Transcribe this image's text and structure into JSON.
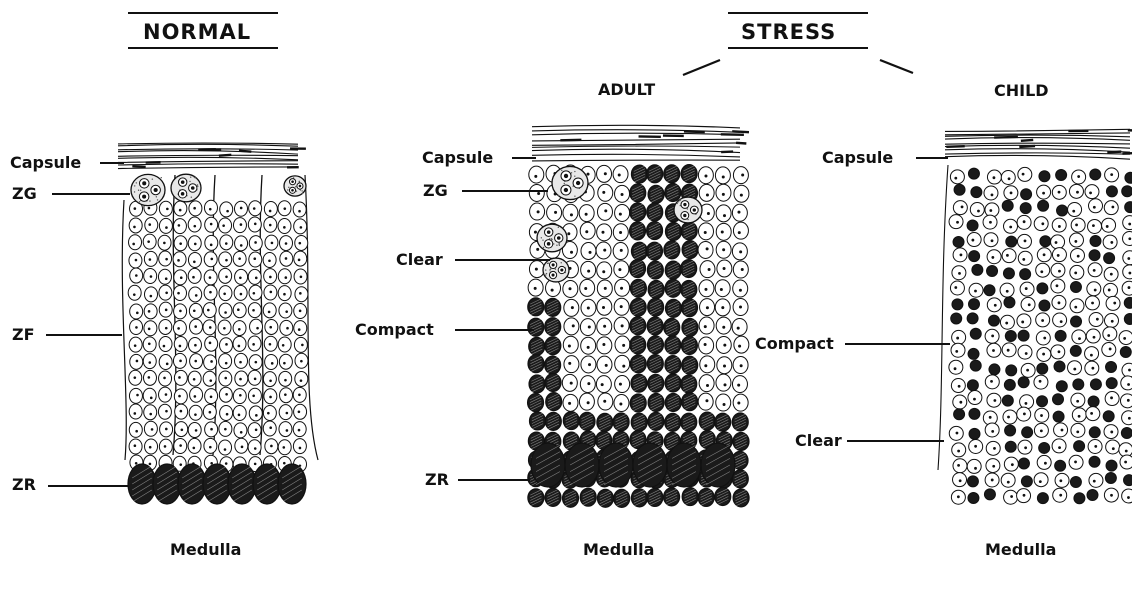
{
  "headings": {
    "normal": "NORMAL",
    "stress": "STRESS",
    "adult": "ADULT",
    "child": "CHILD"
  },
  "panels": {
    "normal": {
      "labels": [
        "Capsule",
        "ZG",
        "ZF",
        "ZR"
      ],
      "medulla": "Medulla"
    },
    "adult": {
      "labels": [
        "Capsule",
        "ZG",
        "Clear",
        "Compact",
        "ZR"
      ],
      "medulla": "Medulla"
    },
    "child": {
      "labels": [
        "Capsule",
        "Compact",
        "Clear"
      ],
      "medulla": "Medulla"
    }
  },
  "colors": {
    "ink": "#111111",
    "cell_fill": "#ffffff",
    "dark_cell": "#1a1a1a",
    "stipple": "#555555"
  }
}
